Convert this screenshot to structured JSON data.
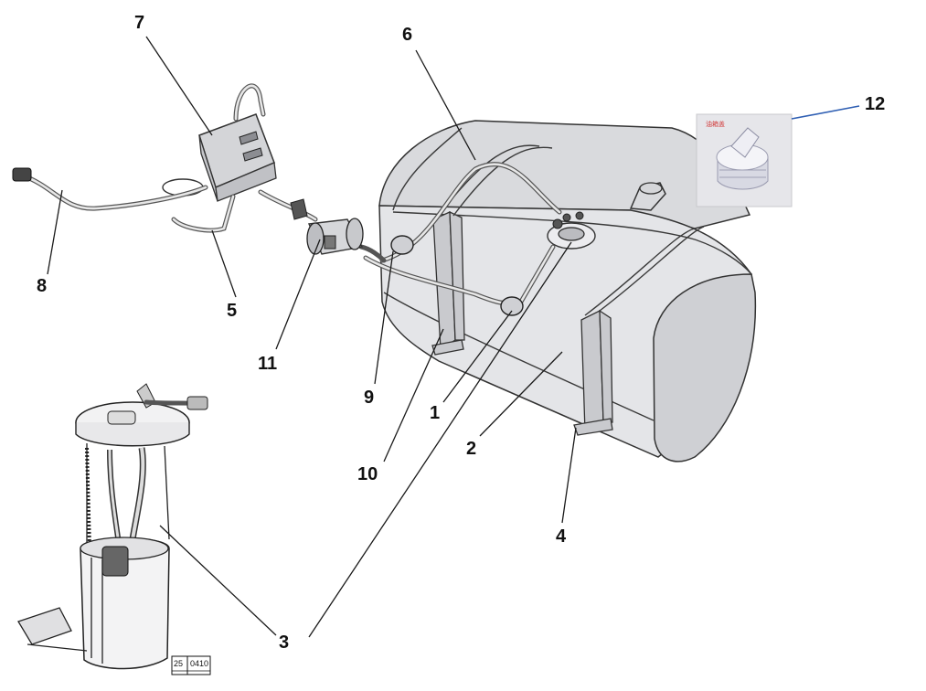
{
  "callouts": {
    "c1": "1",
    "c2": "2",
    "c3": "3",
    "c4": "4",
    "c5": "5",
    "c6": "6",
    "c7": "7",
    "c8": "8",
    "c9": "9",
    "c10": "10",
    "c11": "11",
    "c12": "12"
  },
  "inset_cap": {
    "label": "油箱盖"
  },
  "title_block": {
    "cell_a": "25",
    "cell_b": "0410"
  },
  "colors": {
    "leader_12": "#2f5fb3",
    "tank_fill": "#e4e5e8",
    "inset_background": "#e6e6ea"
  }
}
